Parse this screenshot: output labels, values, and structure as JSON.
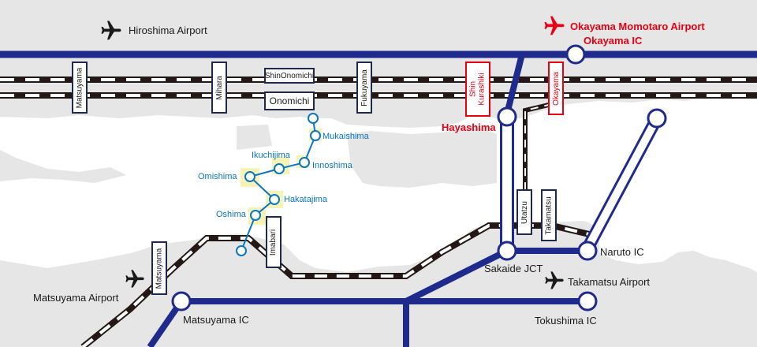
{
  "map": {
    "airports": {
      "hiroshima": "Hiroshima Airport",
      "okayama": "Okayama Momotaro Airport",
      "matsuyama": "Matsuyama Airport",
      "takamatsu": "Takamatsu Airport"
    },
    "interchanges": {
      "okayama_ic": "Okayama IC",
      "hayashima": "Hayashima",
      "sakaide_jct": "Sakaide JCT",
      "naruto_ic": "Naruto IC",
      "matsuyama_ic": "Matsuyama IC",
      "tokushima_ic": "Tokushima IC"
    },
    "stations": {
      "matsuyama_top": "Matsuyama",
      "mihara": "Mihara",
      "shinonomichi": "ShinOnomichi",
      "onomichi": "Onomichi",
      "fukuyama": "Fukuyama",
      "shin_kurashiki_1": "Shin",
      "shin_kurashiki_2": "Kurashiki",
      "okayama": "Okayama",
      "utatzu": "Utatzu",
      "takamatsu": "Takamatsu",
      "imabari": "Imabari",
      "matsuyama_bottom": "Matsuyama"
    },
    "islands": {
      "mukaishima": "Mukaishima",
      "ikuchijima": "Ikuchijima",
      "innoshima": "Innoshima",
      "omishima": "Omishima",
      "hakatajima": "Hakatajima",
      "oshima": "Oshima"
    },
    "colors": {
      "sea": "#ffffff",
      "land": "#e6e6e6",
      "expressway": "#1e2a8c",
      "railway": "#231815",
      "island_route": "#0a76c4",
      "island_highlight": "#f7f3b4",
      "highlight_text": "#e60012"
    }
  }
}
